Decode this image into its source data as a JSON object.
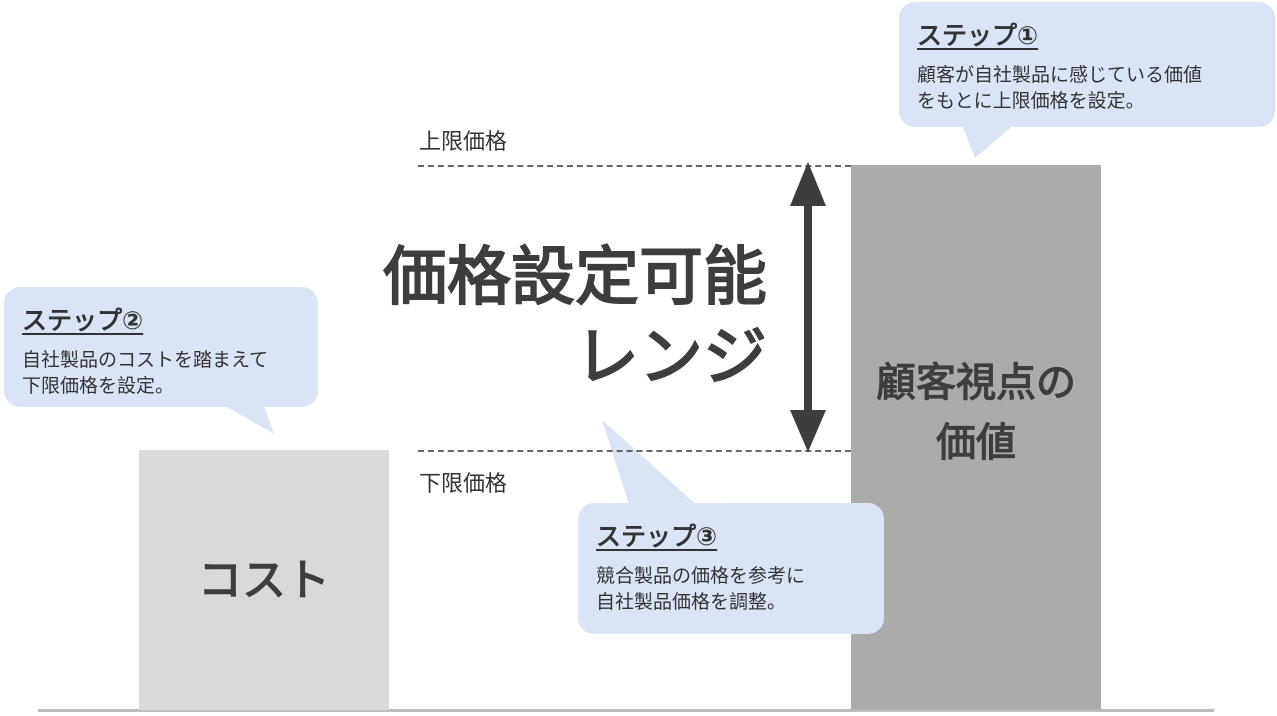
{
  "bars": {
    "cost_label": "コスト",
    "value_label_line1": "顧客視点の",
    "value_label_line2": "価値",
    "cost_color": "#d9d9d9",
    "value_color": "#ababab"
  },
  "limits": {
    "upper_label": "上限価格",
    "lower_label": "下限価格"
  },
  "range": {
    "line1": "価格設定可能",
    "line2": "レンジ"
  },
  "callouts": {
    "step1": {
      "title": "ステップ①",
      "line1": "顧客が自社製品に感じている価値",
      "line2": "をもとに上限価格を設定。"
    },
    "step2": {
      "title": "ステップ②",
      "line1": "自社製品のコストを踏まえて",
      "line2": "下限価格を設定。"
    },
    "step3": {
      "title": "ステップ③",
      "line1": "競合製品の価格を参考に",
      "line2": "自社製品価格を調整。"
    },
    "background_color": "#dbe4f4"
  },
  "icons": {
    "range_arrow": "double-headed-vertical-arrow-icon"
  }
}
